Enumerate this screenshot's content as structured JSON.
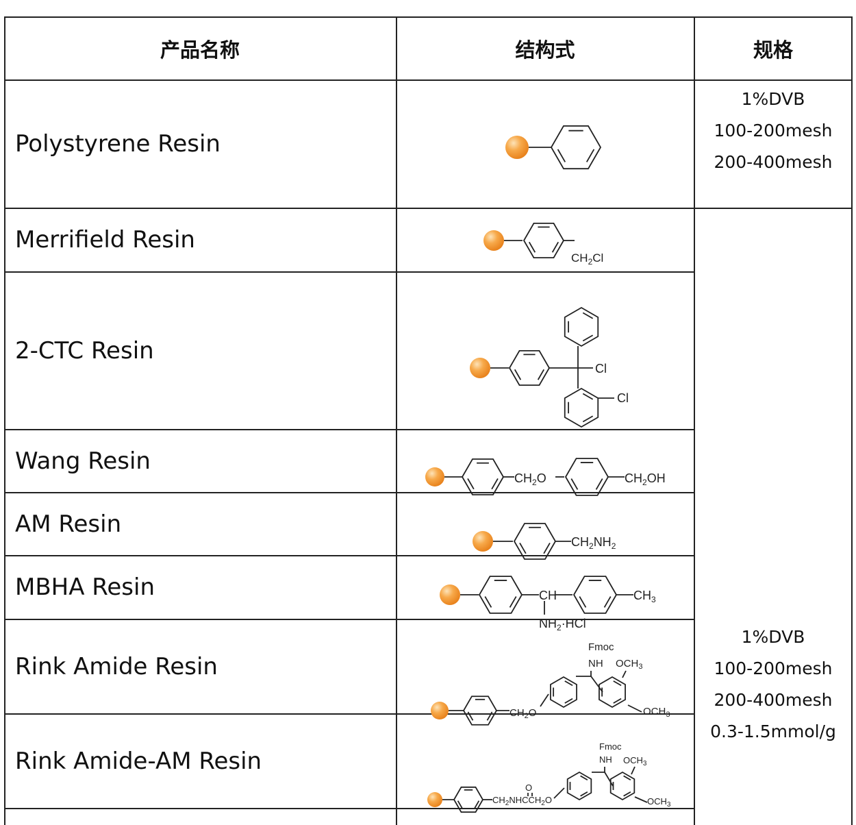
{
  "headers": {
    "name": "产品名称",
    "structure": "结构式",
    "spec": "规格"
  },
  "spec_colors": {
    "bead": "#f59a2e",
    "bead_highlight": "#fde3b8",
    "line": "#222222"
  },
  "rows": [
    {
      "name": "Polystyrene Resin"
    },
    {
      "name": "Merrifield Resin"
    },
    {
      "name": "2-CTC Resin"
    },
    {
      "name": "Wang Resin"
    },
    {
      "name": "AM Resin"
    },
    {
      "name": "MBHA Resin"
    },
    {
      "name": "Rink Amide Resin"
    },
    {
      "name": "Rink Amide-AM Resin"
    }
  ],
  "specs": {
    "polystyrene": [
      "1%DVB",
      "100-200mesh",
      "200-400mesh"
    ],
    "merged": [
      "1%DVB",
      "100-200mesh",
      "200-400mesh",
      "0.3-1.5mmol/g"
    ]
  },
  "structures": {
    "merrifield": {
      "tail": "CH",
      "sub": "2",
      "tail2": "Cl"
    },
    "ctc": {
      "cl1": "Cl",
      "cl2": "Cl"
    },
    "wang": {
      "mid": "CH",
      "mid_sub": "2",
      "mid2": "O",
      "tail": "CH",
      "tail_sub": "2",
      "tail2": "OH"
    },
    "am": {
      "tail": "CH",
      "tail_sub": "2",
      "tail2": "NH",
      "tail_sub2": "2"
    },
    "mbha": {
      "ch": "CH",
      "ch3": "CH",
      "ch3_sub": "3",
      "nh2": "NH",
      "nh2_sub": "2",
      "hcl": "·HCl"
    },
    "rink": {
      "fmoc": "Fmoc",
      "nh": "NH",
      "och3_top": "OCH",
      "och3_sub": "3",
      "och3_bot": "OCH",
      "ch2o": "CH",
      "ch2o_sub": "2",
      "ch2o_tail": "O"
    },
    "rink_am": {
      "fmoc": "Fmoc",
      "nh": "NH",
      "och3_top": "OCH",
      "och3_sub": "3",
      "och3_bot": "OCH",
      "linker": "CH",
      "linker_sub": "2",
      "linker_mid": "NHC",
      "linker_o": "O",
      "linker_ch2": "CH",
      "linker_ch2_sub": "2",
      "linker_tail": "O"
    }
  }
}
